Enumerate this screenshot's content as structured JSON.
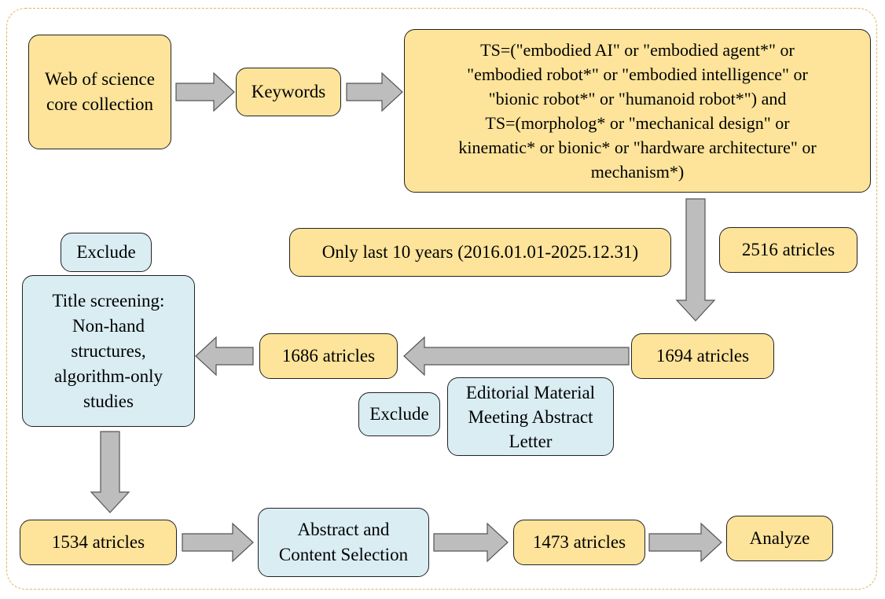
{
  "nodes": {
    "source": "Web of science\ncore collection",
    "keywords": "Keywords",
    "query": "TS=(\"embodied AI\" or \"embodied agent*\" or\n\"embodied robot*\" or \"embodied intelligence\" or\n\"bionic robot*\" or \"humanoid robot*\")  and\nTS=(morpholog* or \"mechanical design\" or\nkinematic* or bionic* or \"hardware architecture\" or\nmechanism*)",
    "time_filter": "Only last 10 years (2016.01.01-2025.12.31)",
    "count_2516": "2516 atricles",
    "count_1694": "1694 atricles",
    "count_1686": "1686 atricles",
    "exclude_1_label": "Exclude",
    "exclude_1_detail": "Editorial Material\nMeeting Abstract\nLetter",
    "exclude_2_label": "Exclude",
    "title_screening": "Title screening:\nNon-hand\nstructures,\nalgorithm-only\nstudies",
    "count_1534": "1534 atricles",
    "abstract_selection": "Abstract and\nContent Selection",
    "count_1473": "1473 atricles",
    "analyze": "Analyze"
  },
  "colors": {
    "step_fill": "#fde49a",
    "exclude_fill": "#d9edf3",
    "arrow_fill": "#bdbdbd",
    "frame_border": "#e2b35a"
  }
}
